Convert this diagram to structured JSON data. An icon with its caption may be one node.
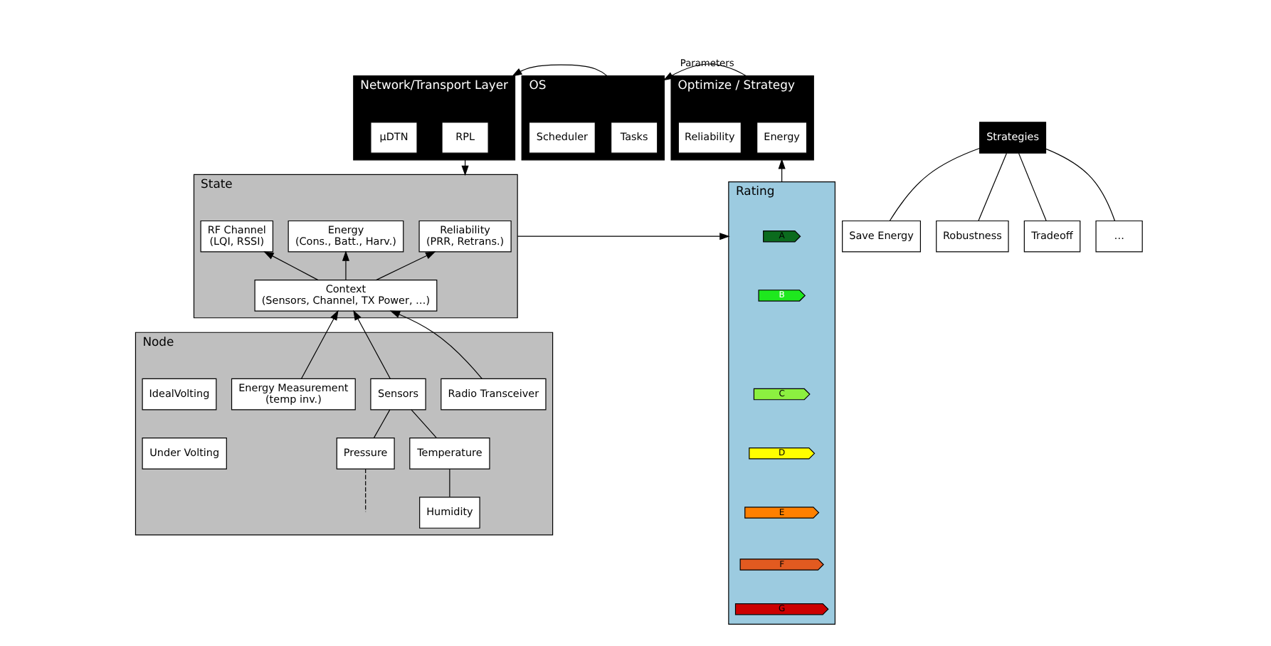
{
  "diagram": {
    "nodes": [
      {
        "text": [
          "Network/Transport Layer"
        ]
      },
      {
        "text": [
          "RPL"
        ],
        "in": 0
      },
      {
        "text": [
          "μDTN"
        ],
        "in": 0
      },
      {
        "text": [
          "OS"
        ]
      },
      {
        "text": [
          "Tasks"
        ],
        "in": 3
      },
      {
        "text": [
          "Scheduler"
        ],
        "in": 3
      },
      {
        "text": [
          "Optimize / Strategy"
        ]
      },
      {
        "text": [
          "Energy"
        ],
        "in": 6
      },
      {
        "text": [
          "Reliability"
        ],
        "in": 6
      },
      {
        "text": [
          "State"
        ]
      },
      {
        "text": [
          "Reliability",
          "(PRR, Retrans.)"
        ],
        "in": 9
      },
      {
        "text": [
          "Energy",
          "(Cons., Batt., Harv.)"
        ],
        "in": 9
      },
      {
        "text": [
          "RF Channel",
          "(LQI, RSSI)"
        ],
        "in": 9
      },
      {
        "text": [
          "Context",
          "(Sensors, Channel, TX Power, …)"
        ],
        "in": 9
      },
      {
        "text": [
          "Rating"
        ]
      },
      {
        "text": [
          "A"
        ],
        "in": 14
      },
      {
        "text": [
          "B"
        ],
        "in": 14
      },
      {
        "text": [
          "C"
        ],
        "in": 14
      },
      {
        "text": [
          "D"
        ],
        "in": 14
      },
      {
        "text": [
          "E"
        ],
        "in": 14
      },
      {
        "text": [
          "F"
        ],
        "in": 14
      },
      {
        "text": [
          "G"
        ],
        "in": 14
      },
      {
        "text": [
          "Strategies"
        ]
      },
      {
        "text": [
          "Save Energy"
        ]
      },
      {
        "text": [
          "Robustness"
        ]
      },
      {
        "text": [
          "Tradeoff"
        ]
      },
      {
        "text": [
          "…"
        ]
      },
      {
        "text": [
          "Node"
        ]
      },
      {
        "text": [
          "IdealVolting"
        ],
        "in": 27
      },
      {
        "text": [
          "Under Volting"
        ],
        "in": 27
      },
      {
        "text": [
          "Energy Measurement",
          "(temp inv.)"
        ],
        "in": 27
      },
      {
        "text": [
          "Sensors"
        ],
        "in": 27
      },
      {
        "text": [
          "Temperature"
        ],
        "in": 27
      },
      {
        "text": [
          "Pressure"
        ],
        "in": 27
      },
      {
        "text": [
          "Humidity"
        ],
        "in": 27
      },
      {
        "text": [
          "Radio Transceiver"
        ],
        "in": 27
      }
    ],
    "edges": [
      {
        "from": 6,
        "to": 3,
        "arrow": "to",
        "label": "Parameters"
      },
      {
        "from": 3,
        "to": 0,
        "arrow": "to"
      },
      {
        "from": 0,
        "to": 9,
        "arrow": "to"
      },
      {
        "from": 9,
        "to": 14,
        "arrow": "to"
      },
      {
        "from": 14,
        "to": 6,
        "arrow": "to"
      },
      {
        "from": 13,
        "to": 10,
        "arrow": "to"
      },
      {
        "from": 13,
        "to": 11,
        "arrow": "to"
      },
      {
        "from": 13,
        "to": 12,
        "arrow": "to"
      },
      {
        "from": 30,
        "to": 13,
        "arrow": "to"
      },
      {
        "from": 31,
        "to": 13,
        "arrow": "to"
      },
      {
        "from": 35,
        "to": 13,
        "arrow": "to"
      },
      {
        "from": 22,
        "to": 23,
        "arrow": "none"
      },
      {
        "from": 22,
        "to": 24,
        "arrow": "none"
      },
      {
        "from": 22,
        "to": 25,
        "arrow": "none"
      },
      {
        "from": 22,
        "to": 26,
        "arrow": "none"
      },
      {
        "from": 31,
        "to": 32,
        "arrow": "none"
      },
      {
        "from": 31,
        "to": 33,
        "arrow": "none"
      },
      {
        "from": 32,
        "to": 34,
        "arrow": "none"
      },
      {
        "from": 33,
        "to": null,
        "arrow": "none",
        "style": "dashed"
      }
    ]
  }
}
